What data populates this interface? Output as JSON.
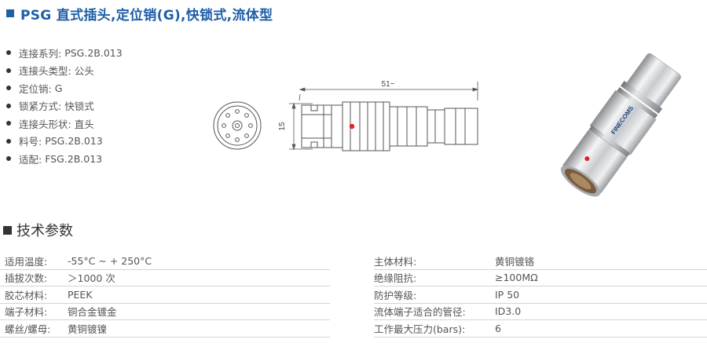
{
  "title": "PSG 直式插头,定位销(G),快锁式,流体型",
  "bullets": [
    {
      "label": "连接系列:",
      "value": "PSG.2B.013"
    },
    {
      "label": "连接头类型:",
      "value": "公头"
    },
    {
      "label": "定位销:",
      "value": "G"
    },
    {
      "label": "锁紧方式:",
      "value": "快锁式"
    },
    {
      "label": "连接头形状:",
      "value": "直头"
    },
    {
      "label": "料号:",
      "value": "PSG.2B.013"
    },
    {
      "label": "适配:",
      "value": "FSG.2B.013"
    }
  ],
  "drawing": {
    "length_label": "51~",
    "diameter_label": "15"
  },
  "photo": {
    "brand_text": "FINECOMS"
  },
  "section_title": "技术参数",
  "specs_left": [
    {
      "label": "适用温度:",
      "value": "-55°C ~ + 250°C"
    },
    {
      "label": "插拔次数:",
      "value": "＞1000 次"
    },
    {
      "label": "胶芯材料:",
      "value": "PEEK"
    },
    {
      "label": "端子材料:",
      "value": "铜合金镀金"
    },
    {
      "label": "螺丝/螺母:",
      "value": "黄铜镀镍"
    }
  ],
  "specs_right": [
    {
      "label": "主体材料:",
      "value": "黄铜镀铬"
    },
    {
      "label": "绝缘阻抗:",
      "value": "≥100MΩ"
    },
    {
      "label": "防护等级:",
      "value": "IP 50"
    },
    {
      "label": "流体端子适合的管径:",
      "value": "ID3.0"
    },
    {
      "label": "工作最大压力(bars):",
      "value": "6"
    }
  ],
  "colors": {
    "title": "#1f5ea8",
    "accent_dot": "#e0202a"
  }
}
